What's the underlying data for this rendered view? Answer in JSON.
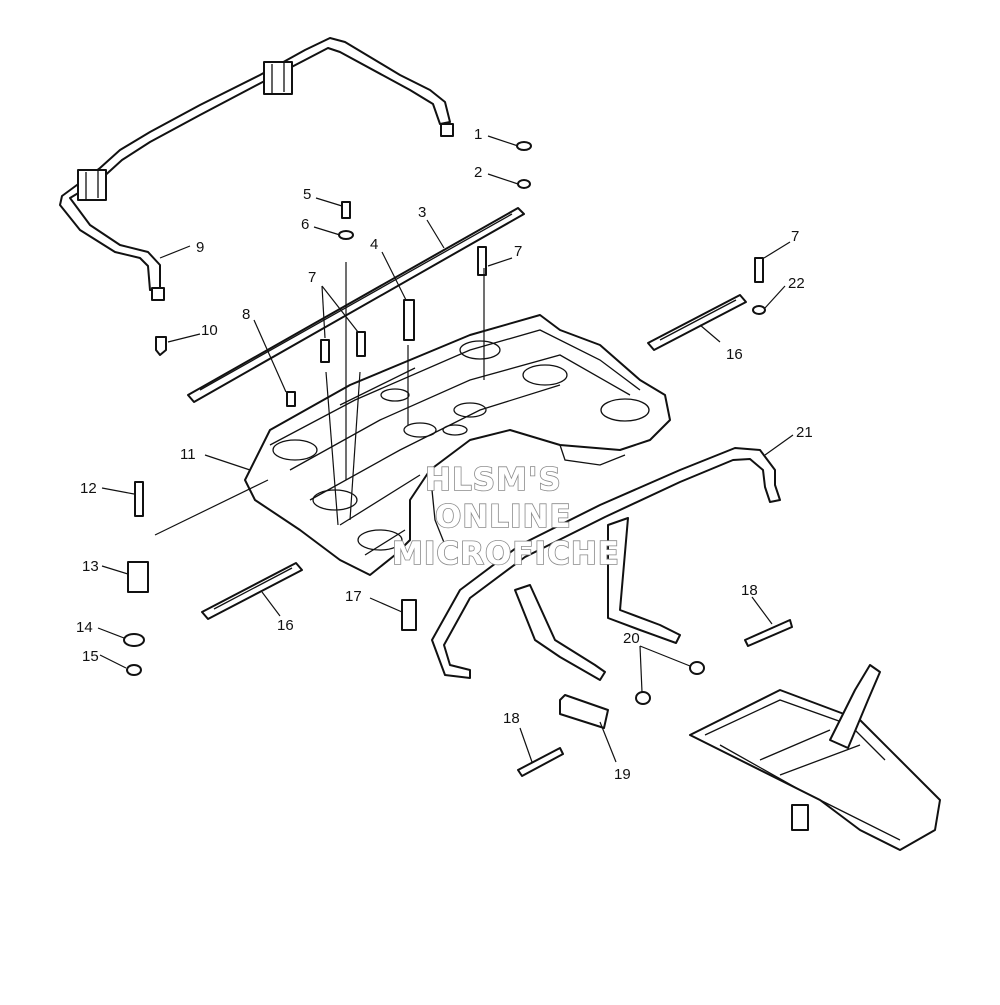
{
  "callouts": [
    "1",
    "2",
    "3",
    "4",
    "5",
    "6",
    "7",
    "7",
    "7",
    "8",
    "9",
    "10",
    "11",
    "12",
    "13",
    "14",
    "15",
    "16",
    "16",
    "17",
    "18",
    "18",
    "19",
    "20",
    "21",
    "22"
  ],
  "watermark": {
    "line1": "HLSM'S",
    "line2": "ONLINE",
    "line3": "MICROFICHE"
  }
}
